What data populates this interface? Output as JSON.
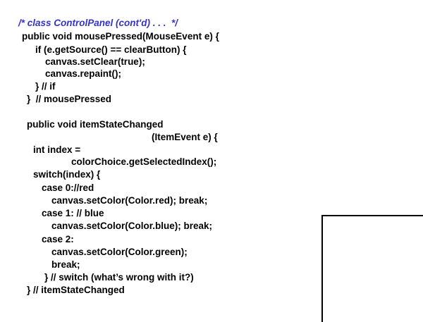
{
  "title": "/* class ControlPanel (cont'd) . . .  */",
  "lines": [
    "public void mousePressed(MouseEvent e) {",
    "if (e.getSource() == clearButton) {",
    "canvas.setClear(true);",
    "canvas.repaint();",
    "} // if",
    "}  // mousePressed",
    "public void itemStateChanged",
    "(ItemEvent e) {",
    "int index =",
    "colorChoice.getSelectedIndex();",
    "switch(index) {",
    "case 0://red",
    "canvas.setColor(Color.red); break;",
    "case 1: // blue",
    "canvas.setColor(Color.blue); break;",
    "case 2:",
    "canvas.setColor(Color.green);",
    "break;",
    "} // switch (what’s wrong with it?)",
    "} // itemStateChanged"
  ],
  "colors": {
    "title": "#3333cc",
    "text": "#000000"
  }
}
